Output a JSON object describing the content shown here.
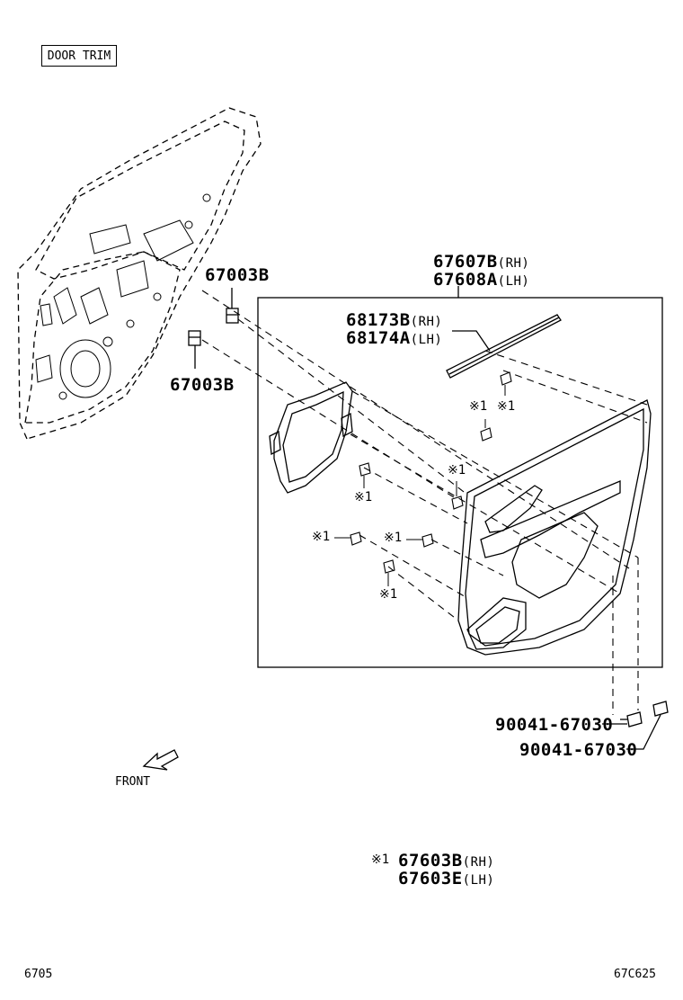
{
  "title": "DOOR TRIM",
  "labels": {
    "clip_upper": "67003B",
    "clip_lower": "67003B",
    "board_rh": "67607B",
    "board_rh_side": "(RH)",
    "board_lh": "67608A",
    "board_lh_side": "(LH)",
    "weather_rh": "68173B",
    "weather_rh_side": "(RH)",
    "weather_lh": "68174A",
    "weather_lh_side": "(LH)",
    "screw_1": "90041-67030",
    "screw_2": "90041-67030",
    "note_mark": "※1",
    "note_rh": "67603B",
    "note_rh_side": "(RH)",
    "note_lh": "67603E",
    "note_lh_side": "(LH)"
  },
  "clip_marks": [
    "※1",
    "※1",
    "※1",
    "※1",
    "※1",
    "※1",
    "※1"
  ],
  "front_label": "FRONT",
  "footer": {
    "left": "6705",
    "right": "67C625"
  }
}
